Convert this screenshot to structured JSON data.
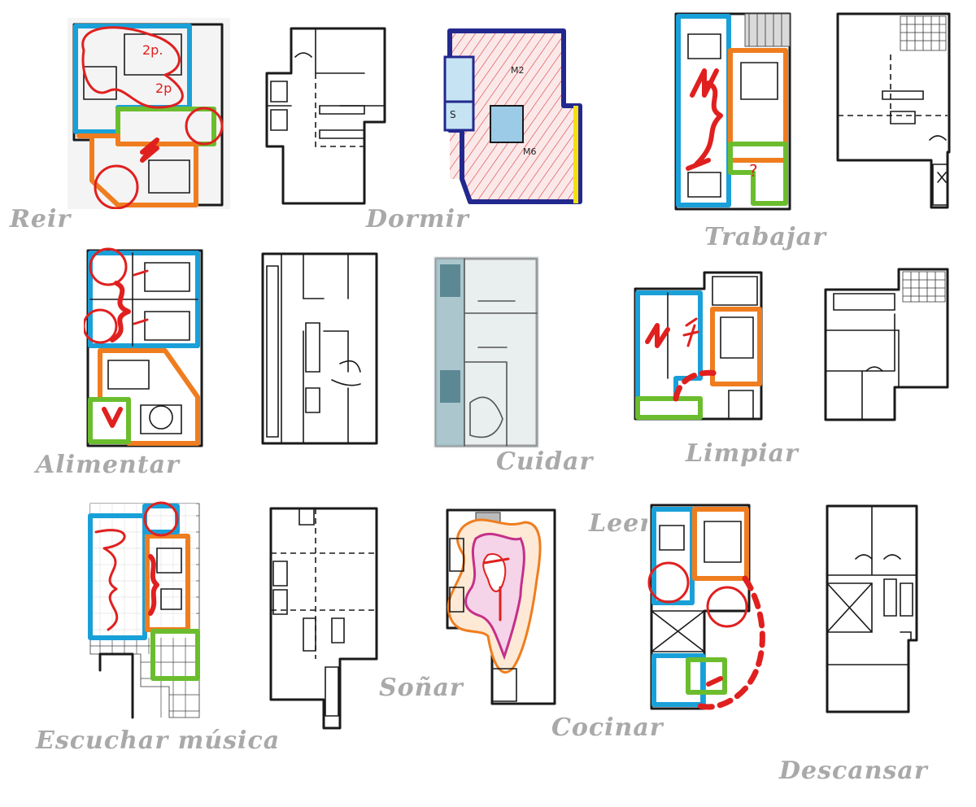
{
  "labels": {
    "reir": "Reir",
    "dormir": "Dormir",
    "trabajar": "Trabajar",
    "alimentar": "Alimentar",
    "cuidar": "Cuidar",
    "limpiar": "Limpiar",
    "escuchar_musica": "Escuchar música",
    "sonar": "Soñar",
    "leer": "Leer",
    "cocinar": "Cocinar",
    "descansar": "Descansar"
  },
  "colors": {
    "label": "#a9a9a9",
    "blue_zone": "#1aa0d8",
    "orange_zone": "#ef7d1f",
    "green_zone": "#6bbd2e",
    "red_marks": "#e0201f"
  }
}
